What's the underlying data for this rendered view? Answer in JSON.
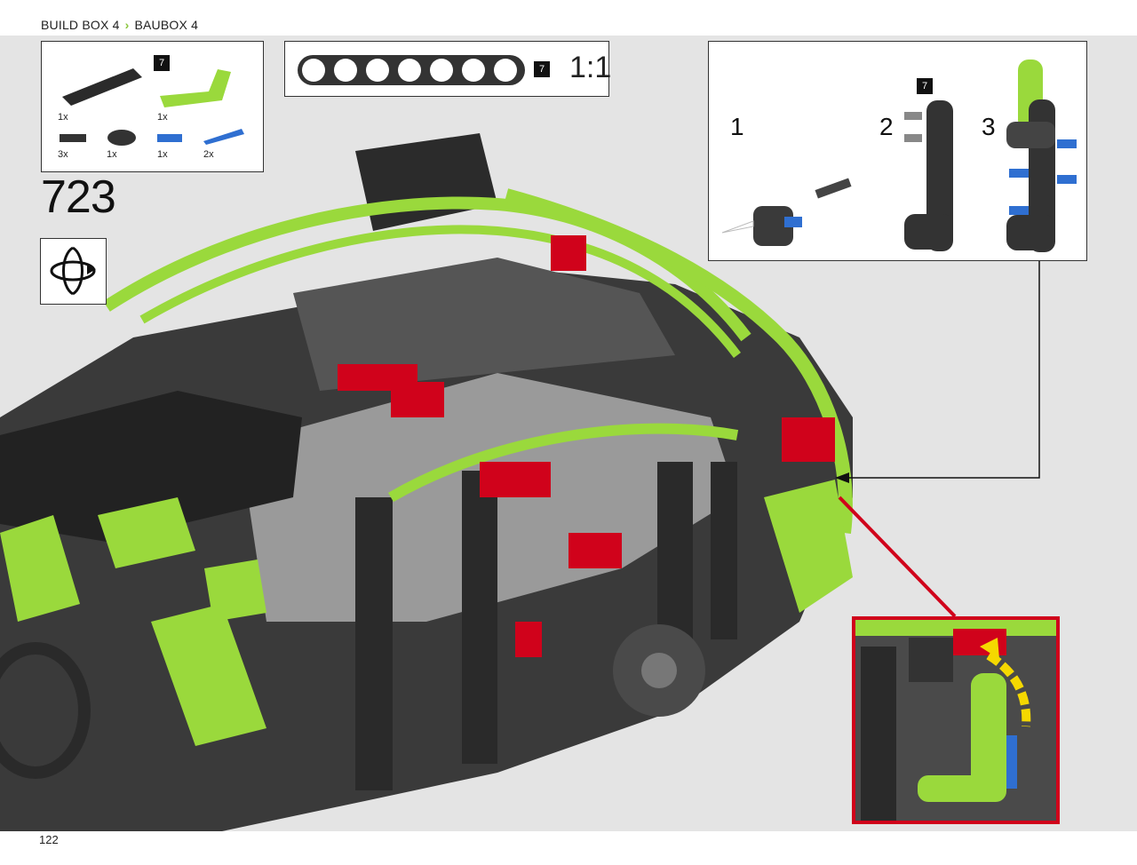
{
  "header": {
    "crumb_en": "BUILD BOX 4",
    "crumb_sep": "›",
    "crumb_de": "BAUBOX 4"
  },
  "parts_list": {
    "items": [
      {
        "name": "black-beam-7",
        "qty": "1x",
        "size_badge": "7"
      },
      {
        "name": "lime-angled-beam",
        "qty": "1x"
      },
      {
        "name": "black-pin-connector",
        "qty": "3x"
      },
      {
        "name": "black-cross-block",
        "qty": "1x"
      },
      {
        "name": "blue-pin",
        "qty": "1x"
      },
      {
        "name": "blue-long-pin",
        "qty": "2x"
      }
    ]
  },
  "gauge": {
    "holes": 7,
    "badge": "7",
    "scale": "1:1"
  },
  "step": {
    "number": "723"
  },
  "subassembly": {
    "steps": [
      "1",
      "2",
      "3"
    ],
    "badge": "7"
  },
  "footer": {
    "page_number": "122"
  },
  "colors": {
    "lime": "#9ad93c",
    "dark_grey": "#3a3a3a",
    "light_grey": "#a9a9a9",
    "red": "#d0021b",
    "blue": "#2f6fd1",
    "stage_bg": "#e4e4e4"
  }
}
